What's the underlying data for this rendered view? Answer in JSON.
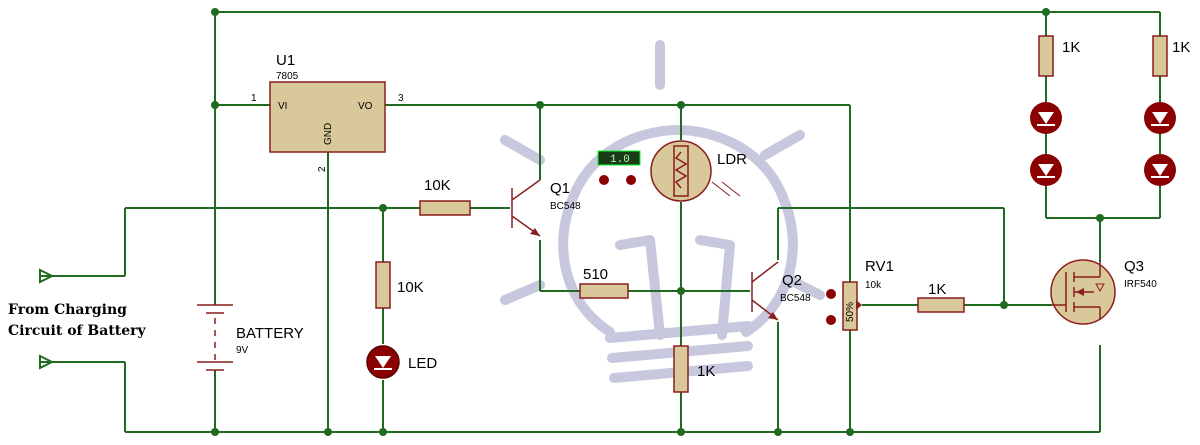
{
  "regulator": {
    "ref": "U1",
    "part": "7805",
    "pin_in": "1",
    "pin_out": "3",
    "pin_gnd": "2",
    "label_vi": "VI",
    "label_vo": "VO",
    "label_gnd": "GND"
  },
  "battery": {
    "ref": "BATTERY",
    "value": "9V"
  },
  "input_label": {
    "line1": "From Charging",
    "line2": "Circuit of Battery"
  },
  "q1": {
    "ref": "Q1",
    "part": "BC548"
  },
  "q2": {
    "ref": "Q2",
    "part": "BC548"
  },
  "q3": {
    "ref": "Q3",
    "part": "IRF540"
  },
  "rv1": {
    "ref": "RV1",
    "value": "10k",
    "wiper": "50%"
  },
  "ldr": {
    "ref": "LDR",
    "meter": "1.0"
  },
  "led": {
    "ref": "LED"
  },
  "resistors": {
    "r_base_q1": "10K",
    "r_led": "10K",
    "r_510": "510",
    "r_1k_ldr": "1K",
    "r_1k_rv": "1K",
    "r_led1": "1K",
    "r_led2": "1K"
  },
  "colors": {
    "wire": "#1f6b1f",
    "component": "#8a1e1e",
    "body": "#d9c89a",
    "led": "#8b0000",
    "watermark": "#c7c8dd"
  }
}
